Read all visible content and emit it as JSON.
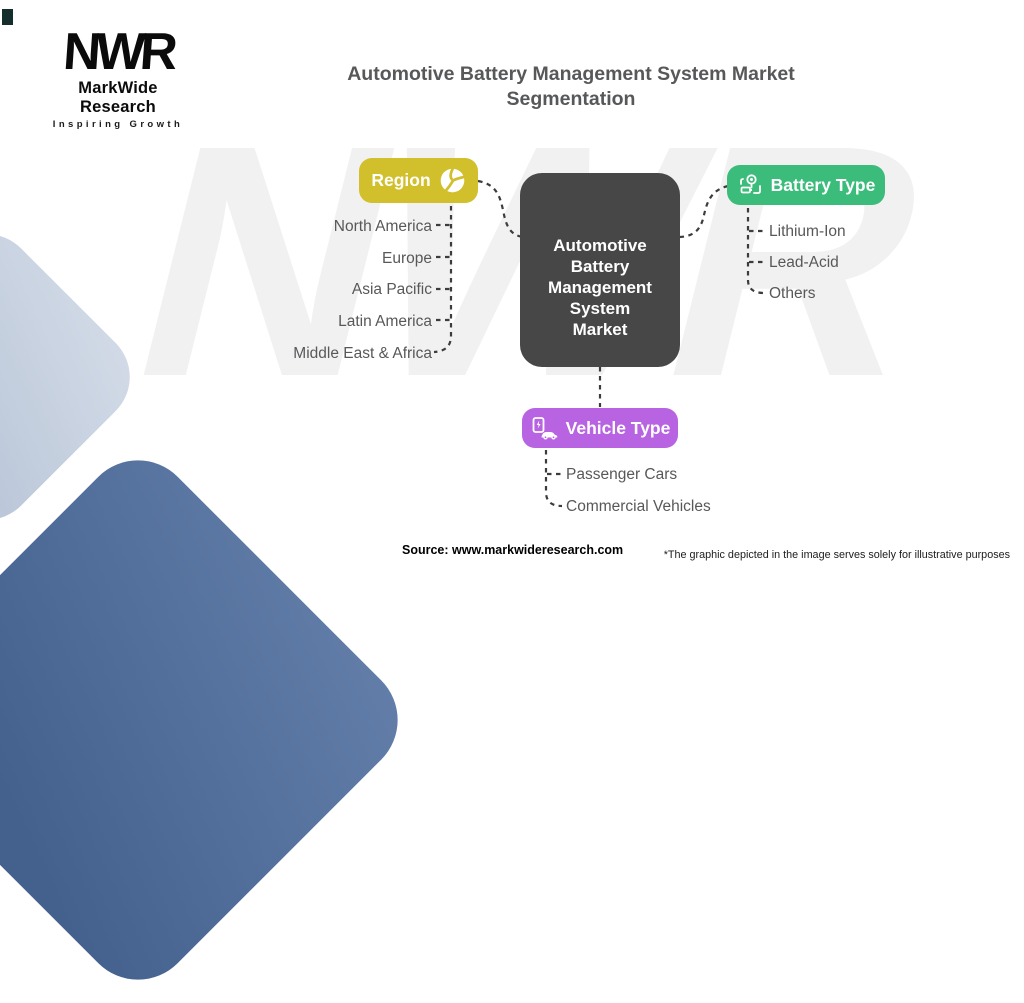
{
  "logo": {
    "monogram": "NWR",
    "name": "MarkWide Research",
    "tagline": "Inspiring Growth"
  },
  "title": {
    "line1": "Automotive Battery Management System Market",
    "line2": "Segmentation"
  },
  "watermark": "NWR",
  "center_node": {
    "label": "Automotive Battery Management System Market",
    "lines": [
      "Automotive",
      "Battery",
      "Management",
      "System",
      "Market"
    ],
    "color": "#474747"
  },
  "branches": {
    "region": {
      "label": "Region",
      "color": "#d1c02b",
      "icon": "globe-icon",
      "items": [
        "North America",
        "Europe",
        "Asia Pacific",
        "Latin America",
        "Middle East & Africa"
      ]
    },
    "battery_type": {
      "label": "Battery Type",
      "color": "#3cbc7b",
      "icon": "charging-station-icon",
      "items": [
        "Lithium-Ion",
        "Lead-Acid",
        "Others"
      ]
    },
    "vehicle_type": {
      "label": "Vehicle Type",
      "color": "#b763e2",
      "icon": "ev-car-icon",
      "items": [
        "Passenger Cars",
        "Commercial Vehicles"
      ]
    }
  },
  "footer": {
    "source": "Source: www.markwideresearch.com",
    "disclaimer": "*The graphic depicted in the image serves solely for illustrative purposes"
  }
}
